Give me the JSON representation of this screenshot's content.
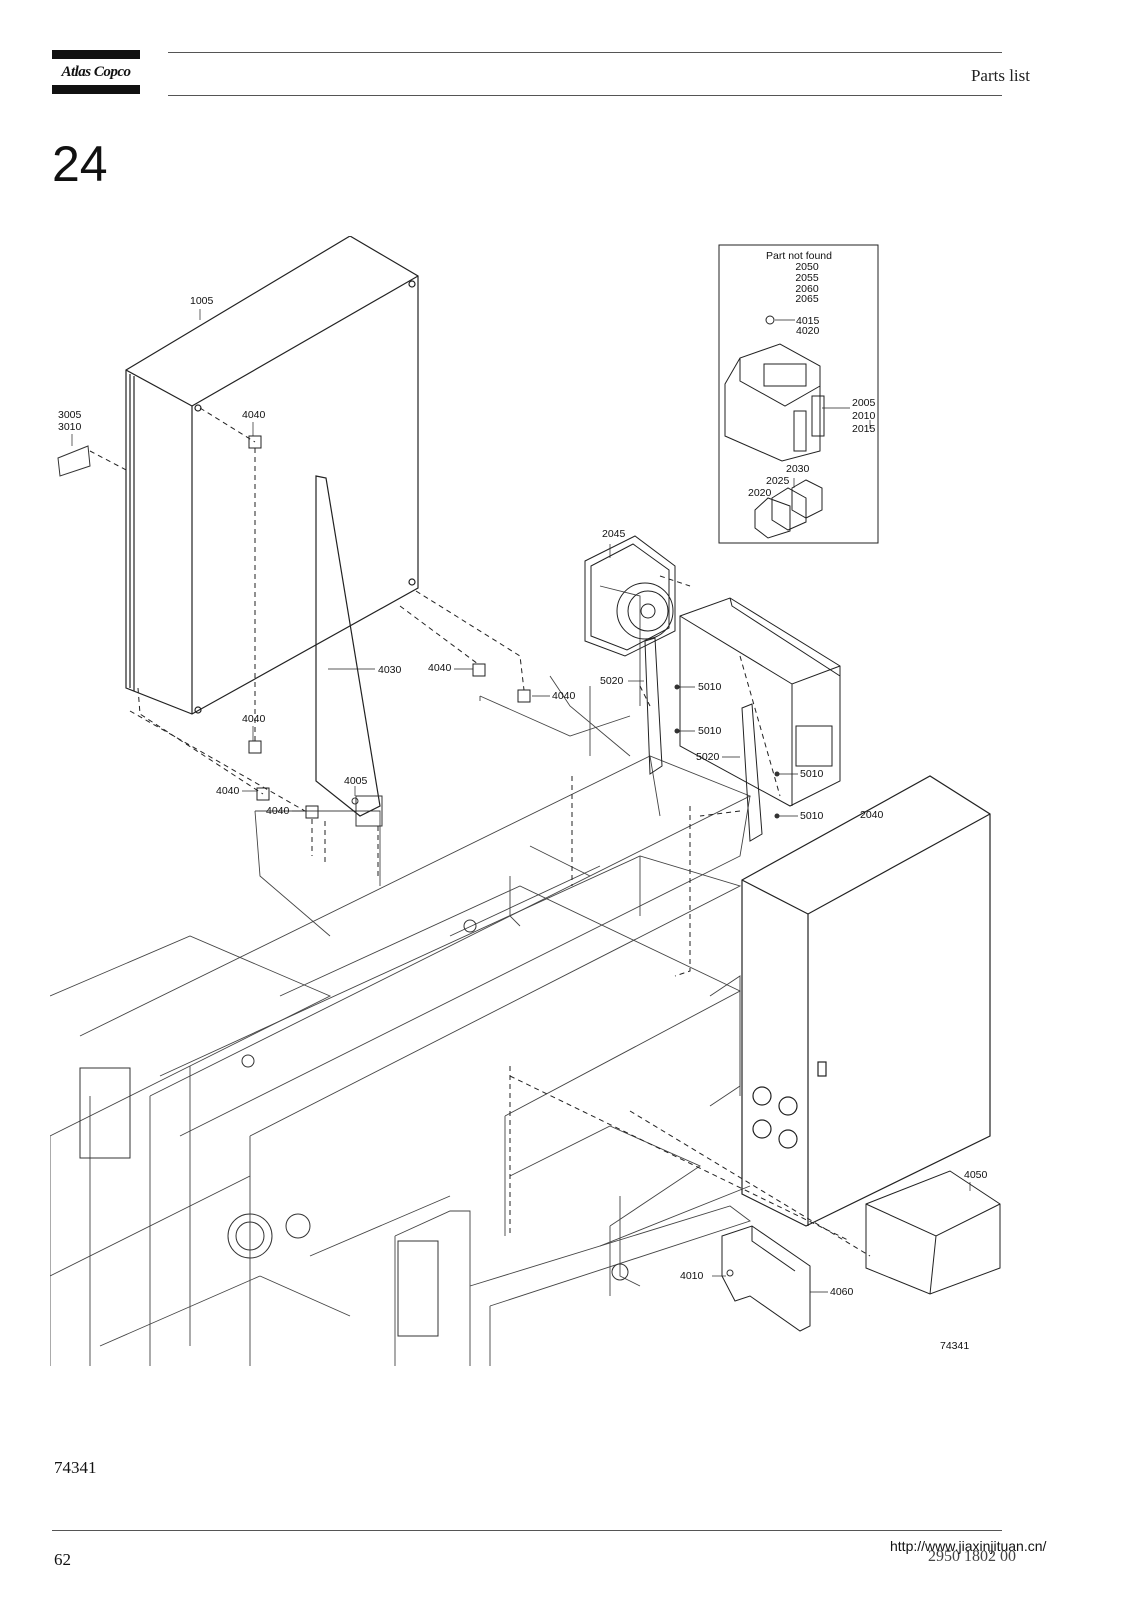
{
  "header": {
    "brand": "Atlas Copco",
    "title": "Parts list"
  },
  "section_number": "24",
  "drawing": {
    "box": {
      "title": "Part not found",
      "numbers": [
        "2050",
        "2055",
        "2060",
        "2065"
      ]
    },
    "callouts": {
      "c1005": "1005",
      "c3005": "3005",
      "c3010": "3010",
      "c4040a": "4040",
      "c4030": "4030",
      "c4040b": "4040",
      "c4040c": "4040",
      "c4040d": "4040",
      "c4040e": "4040",
      "c4040f": "4040",
      "c4005": "4005",
      "c4015": "4015",
      "c4020": "4020",
      "c2005": "2005",
      "c2010": "2010",
      "c2015": "2015",
      "c2030": "2030",
      "c2025": "2025",
      "c2020": "2020",
      "c2045": "2045",
      "c5020a": "5020",
      "c5010a": "5010",
      "c5010b": "5010",
      "c5020b": "5020",
      "c5010c": "5010",
      "c5010d": "5010",
      "c2040": "2040",
      "c4050": "4050",
      "c4010": "4010",
      "c4060": "4060",
      "c74341": "74341"
    }
  },
  "footer": {
    "figure_ref": "74341",
    "page_number": "62",
    "doc_number": "2950 1802 00",
    "url": "http://www.jiaxinjituan.cn/"
  }
}
